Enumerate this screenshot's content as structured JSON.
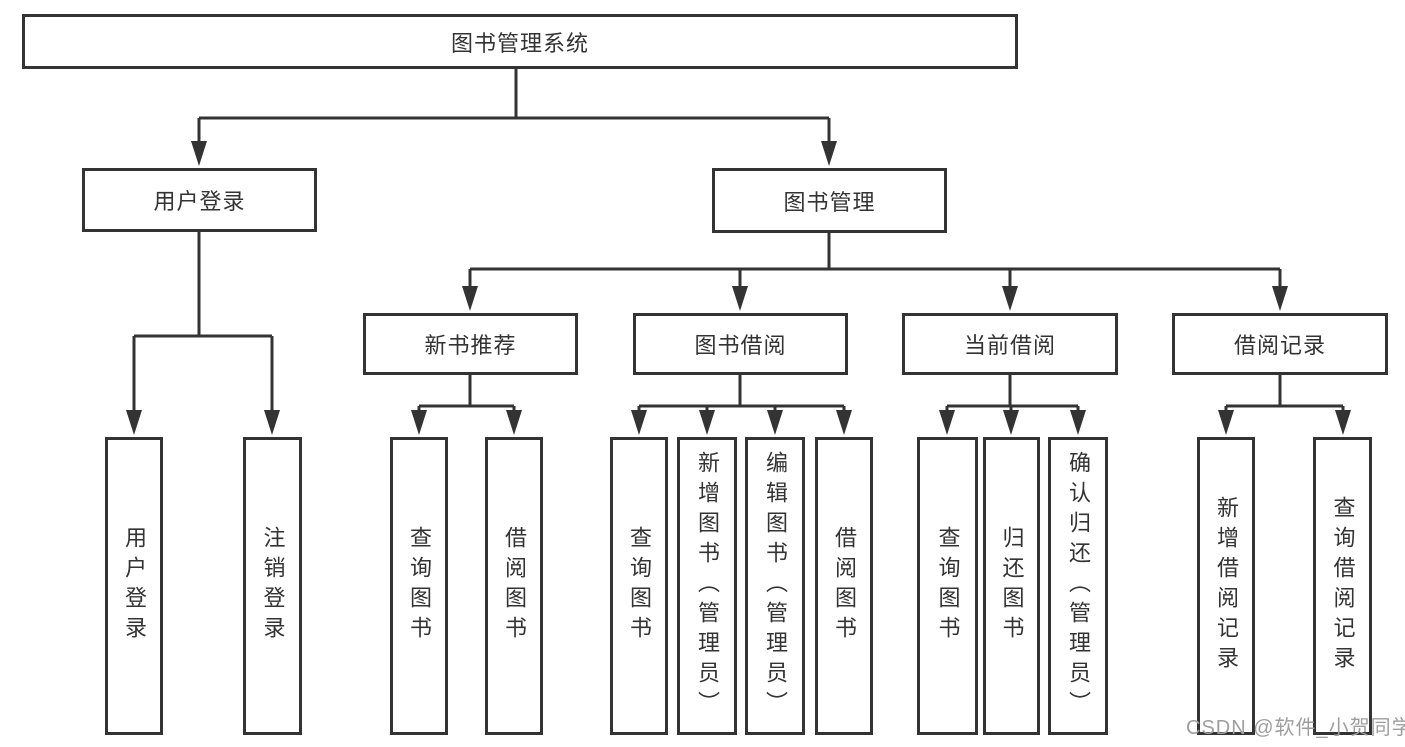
{
  "diagram": {
    "root": {
      "label": "图书管理系统"
    },
    "branches": [
      {
        "label": "用户登录",
        "children": [
          {
            "label": "用户登录"
          },
          {
            "label": "注销登录"
          }
        ]
      },
      {
        "label": "图书管理",
        "children": [
          {
            "label": "新书推荐",
            "children": [
              {
                "label": "查询图书"
              },
              {
                "label": "借阅图书"
              }
            ]
          },
          {
            "label": "图书借阅",
            "children": [
              {
                "label": "查询图书"
              },
              {
                "label": "新增图书（管理员）"
              },
              {
                "label": "编辑图书（管理员）"
              },
              {
                "label": "借阅图书"
              }
            ]
          },
          {
            "label": "当前借阅",
            "children": [
              {
                "label": "查询图书"
              },
              {
                "label": "归还图书"
              },
              {
                "label": "确认归还（管理员）"
              }
            ]
          },
          {
            "label": "借阅记录",
            "children": [
              {
                "label": "新增借阅记录"
              },
              {
                "label": "查询借阅记录"
              }
            ]
          }
        ]
      }
    ]
  },
  "watermark": {
    "text": "CSDN @软件_小贺同学"
  },
  "colors": {
    "line": "#333333",
    "text": "#333333",
    "background": "#ffffff",
    "watermark": "#9e9e9e"
  }
}
